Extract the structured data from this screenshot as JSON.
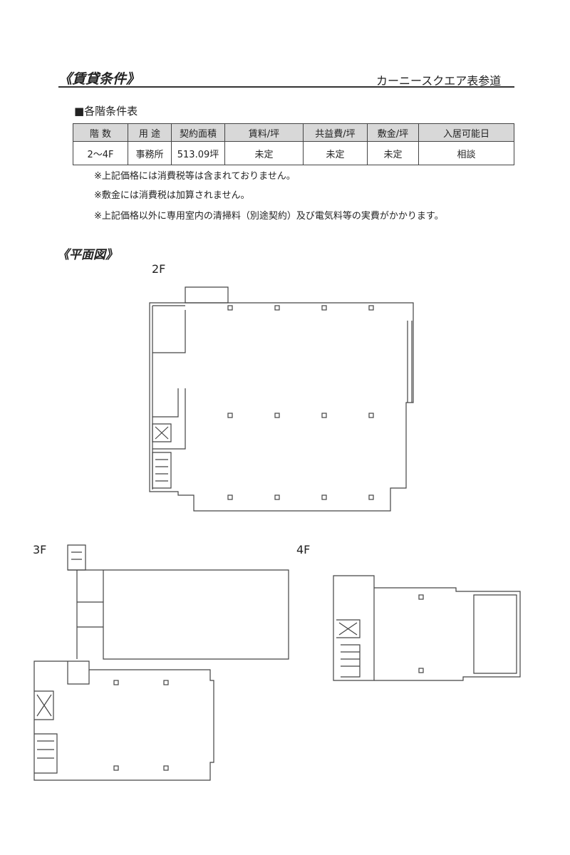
{
  "header": {
    "title": "《賃貸条件》",
    "building": "カーニースクエア表参道"
  },
  "table": {
    "caption": "■各階条件表",
    "columns": [
      "階 数",
      "用 途",
      "契約面積",
      "賃料/坪",
      "共益費/坪",
      "敷金/坪",
      "入居可能日"
    ],
    "rows": [
      [
        "2～4F",
        "事務所",
        "513.09坪",
        "未定",
        "未定",
        "未定",
        "相談"
      ]
    ]
  },
  "notes": [
    "※上記価格には消費税等は含まれておりません。",
    "※敷金には消費税は加算されません。",
    "※上記価格以外に専用室内の清掃料（別途契約）及び電気料等の実費がかかります。"
  ],
  "plans": {
    "title": "《平面図》",
    "floors": [
      "2F",
      "3F",
      "4F"
    ]
  }
}
